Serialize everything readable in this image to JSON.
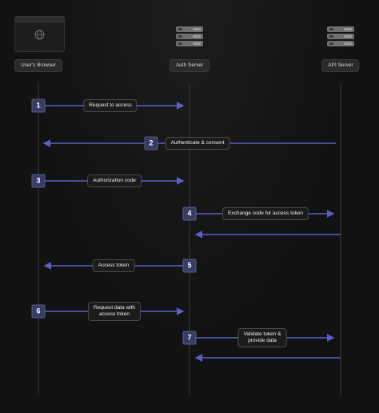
{
  "actors": {
    "browser": {
      "label": "User's Browser",
      "icon": "globe-icon"
    },
    "auth": {
      "label": "Auth Server",
      "icon": "server-icon"
    },
    "api": {
      "label": "API Server",
      "icon": "server-icon"
    }
  },
  "steps": [
    {
      "number": "1",
      "label": "Request to access"
    },
    {
      "number": "2",
      "label": "Authenticate & consent"
    },
    {
      "number": "3",
      "label": "Authorization code"
    },
    {
      "number": "4",
      "label": "Exchange code for access token"
    },
    {
      "number": "5",
      "label": "Access token"
    },
    {
      "number": "6",
      "label_line1": "Request data with",
      "label_line2": "access token"
    },
    {
      "number": "7",
      "label_line1": "Validate token &",
      "label_line2": "provide data"
    }
  ],
  "colors": {
    "arrow": "#5a5fc8",
    "badge": "#383c63",
    "lifeline": "#3a3a3a"
  }
}
